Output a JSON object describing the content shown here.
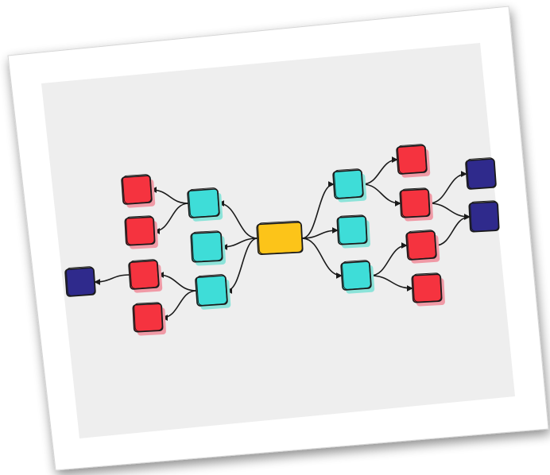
{
  "diagram": {
    "type": "mind-map",
    "colors": {
      "central": "#FCC419",
      "branch": "#3EDDD8",
      "leaf": "#F5333F",
      "terminal": "#2F2A8C",
      "outline": "#1a1a1a",
      "shadow_pink": "#F09AA6",
      "shadow_teal": "#8CE3D9",
      "card_background": "#EEEEEE",
      "paper": "#FFFFFF"
    },
    "nodes": [
      {
        "id": "center",
        "role": "central"
      },
      {
        "id": "left-branch-top",
        "role": "branch"
      },
      {
        "id": "left-branch-middle",
        "role": "branch"
      },
      {
        "id": "left-branch-bottom",
        "role": "branch"
      },
      {
        "id": "left-leaf-1",
        "role": "leaf"
      },
      {
        "id": "left-leaf-2",
        "role": "leaf"
      },
      {
        "id": "left-leaf-3",
        "role": "leaf"
      },
      {
        "id": "left-leaf-4",
        "role": "leaf"
      },
      {
        "id": "left-terminal",
        "role": "terminal"
      },
      {
        "id": "right-branch-top",
        "role": "branch"
      },
      {
        "id": "right-branch-middle",
        "role": "branch"
      },
      {
        "id": "right-branch-bottom",
        "role": "branch"
      },
      {
        "id": "right-leaf-1",
        "role": "leaf"
      },
      {
        "id": "right-leaf-2",
        "role": "leaf"
      },
      {
        "id": "right-leaf-3",
        "role": "leaf"
      },
      {
        "id": "right-leaf-4",
        "role": "leaf"
      },
      {
        "id": "right-terminal-1",
        "role": "terminal"
      },
      {
        "id": "right-terminal-2",
        "role": "terminal"
      }
    ],
    "edges": [
      {
        "from": "center",
        "to": "left-branch-top"
      },
      {
        "from": "center",
        "to": "left-branch-middle"
      },
      {
        "from": "center",
        "to": "left-branch-bottom"
      },
      {
        "from": "left-branch-top",
        "to": "left-leaf-1"
      },
      {
        "from": "left-branch-top",
        "to": "left-leaf-2"
      },
      {
        "from": "left-branch-bottom",
        "to": "left-leaf-3"
      },
      {
        "from": "left-branch-bottom",
        "to": "left-leaf-4"
      },
      {
        "from": "left-leaf-3",
        "to": "left-terminal"
      },
      {
        "from": "center",
        "to": "right-branch-top"
      },
      {
        "from": "center",
        "to": "right-branch-middle"
      },
      {
        "from": "center",
        "to": "right-branch-bottom"
      },
      {
        "from": "right-branch-top",
        "to": "right-leaf-1"
      },
      {
        "from": "right-branch-top",
        "to": "right-leaf-2"
      },
      {
        "from": "right-branch-bottom",
        "to": "right-leaf-3"
      },
      {
        "from": "right-branch-bottom",
        "to": "right-leaf-4"
      },
      {
        "from": "right-leaf-2",
        "to": "right-terminal-1"
      },
      {
        "from": "right-leaf-2",
        "to": "right-terminal-2"
      },
      {
        "from": "right-leaf-3",
        "to": "right-terminal-2"
      }
    ]
  }
}
